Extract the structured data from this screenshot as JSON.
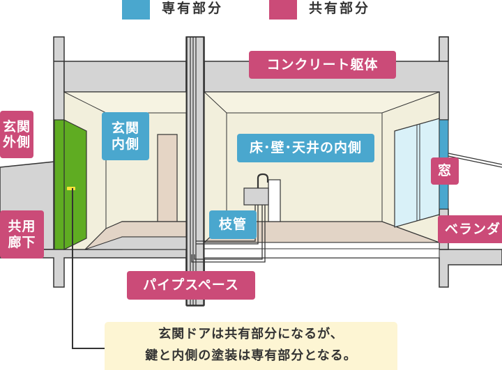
{
  "legend": [
    {
      "label": "専有部分",
      "color": "#4aa7ce"
    },
    {
      "label": "共有部分",
      "color": "#cb4b78"
    }
  ],
  "labels": {
    "concrete": "コンクリート躯体",
    "entrance_outside": [
      "玄関",
      "外側"
    ],
    "entrance_inside": [
      "玄関",
      "内側"
    ],
    "floor_wall_ceiling": "床･壁･天井の内側",
    "window": "窓",
    "shared_corridor": [
      "共用",
      "廊下"
    ],
    "branch_pipe": "枝管",
    "balcony": "ベランダ",
    "pipe_space": "パイプスペース"
  },
  "note": [
    "玄関ドアは共有部分になるが、",
    "鍵と内側の塗装は専有部分となる。"
  ],
  "colors": {
    "common": "#cb4b78",
    "private": "#4aa7ce",
    "concrete": "#d4d4d4",
    "room_wall": "#f2efdc",
    "floor": "#e2d4c6",
    "door": "#5fac22",
    "window_glass": "#d9f1f8",
    "note_bg": "#fdf5d3"
  },
  "icons": [
    "door-handle-icon",
    "faucet-icon"
  ]
}
